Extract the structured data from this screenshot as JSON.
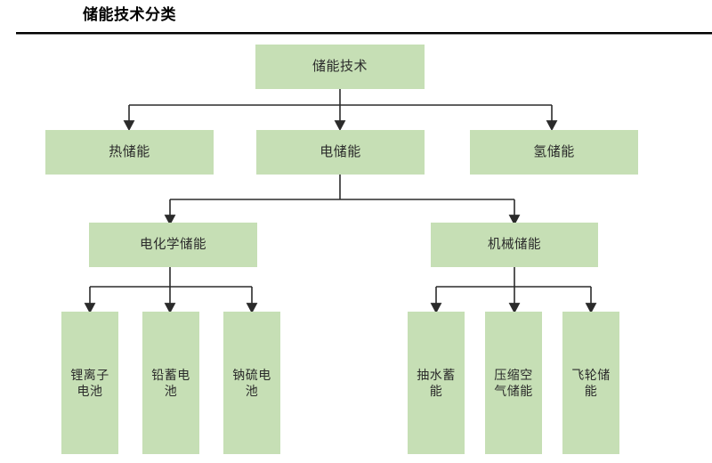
{
  "header": {
    "title": "储能技术分类"
  },
  "colors": {
    "node_fill": "#c6dfb5",
    "node_text": "#2b2b2b",
    "connector": "#2b2b2b",
    "rule": "#000000",
    "background": "#ffffff"
  },
  "diagram": {
    "type": "hierarchy-tree",
    "levels": 4,
    "root": {
      "id": "energy-storage-technology",
      "label": "储能技术"
    },
    "level2": [
      {
        "id": "thermal-storage",
        "label": "热储能"
      },
      {
        "id": "electrical-storage",
        "label": "电储能"
      },
      {
        "id": "hydrogen-storage",
        "label": "氢储能"
      }
    ],
    "level3": [
      {
        "id": "electrochemical-storage",
        "label": "电化学储能",
        "parent": "electrical-storage"
      },
      {
        "id": "mechanical-storage",
        "label": "机械储能",
        "parent": "electrical-storage"
      }
    ],
    "level4_left": [
      {
        "id": "lithium-ion-battery",
        "label": "锂离子电池",
        "parent": "electrochemical-storage"
      },
      {
        "id": "lead-acid-battery",
        "label": "铅蓄电池",
        "parent": "electrochemical-storage"
      },
      {
        "id": "sodium-sulfur-battery",
        "label": "钠硫电池",
        "parent": "electrochemical-storage"
      }
    ],
    "level4_right": [
      {
        "id": "pumped-hydro-storage",
        "label": "抽水蓄能",
        "parent": "mechanical-storage"
      },
      {
        "id": "compressed-air-storage",
        "label": "压缩空气储能",
        "parent": "mechanical-storage"
      },
      {
        "id": "flywheel-storage",
        "label": "飞轮储能",
        "parent": "mechanical-storage"
      }
    ]
  }
}
